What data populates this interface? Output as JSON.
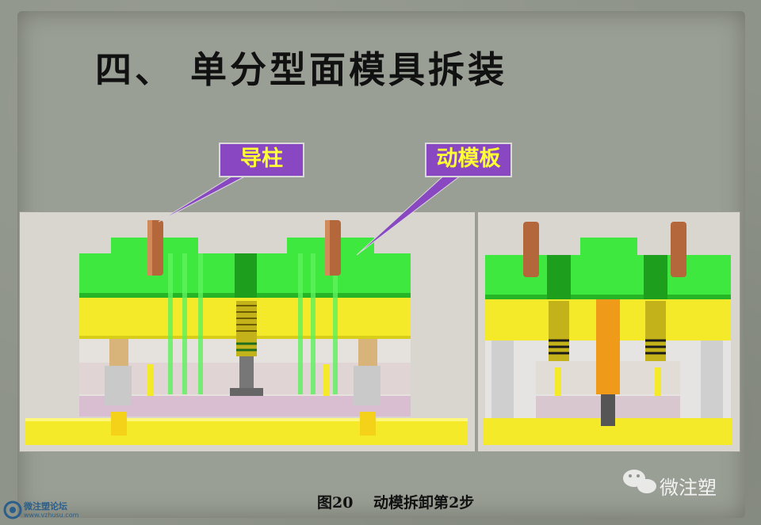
{
  "slide": {
    "title": "四、 单分型面模具拆装",
    "callouts": [
      {
        "id": "guide-pillar",
        "text": "导柱"
      },
      {
        "id": "moving-plate",
        "text": "动模板"
      }
    ],
    "caption": "图20　 动模拆卸第2步",
    "watermark_right": "微注塑",
    "watermark_left": "微注塑论坛",
    "watermark_left_sub": "www.vzhusu.com"
  },
  "colors": {
    "callout_bg": "#8a47c2",
    "callout_text": "#ffff33",
    "plate_green": "#3fe83f",
    "plate_yellow": "#f4ea2a",
    "pin_copper": "#b5673c"
  }
}
